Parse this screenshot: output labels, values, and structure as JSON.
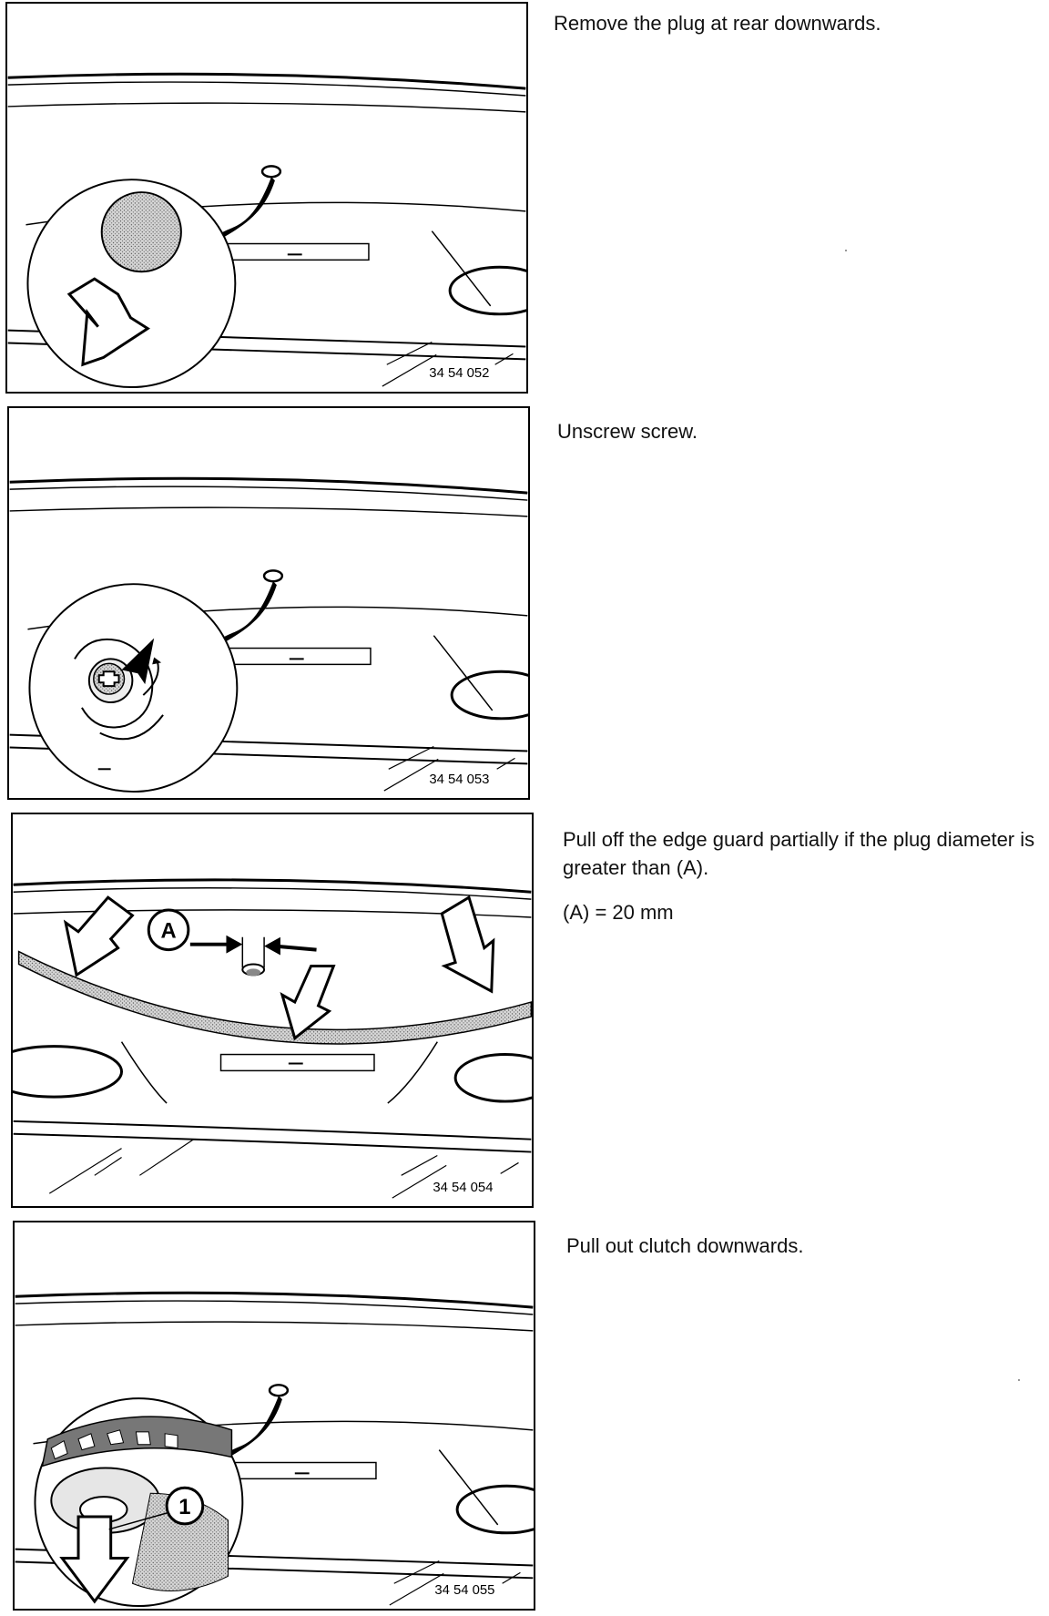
{
  "steps": [
    {
      "figure_number": "34 54 052",
      "instructions": [
        "Remove the plug at rear downwards."
      ]
    },
    {
      "figure_number": "34 54 053",
      "instructions": [
        "Unscrew screw."
      ]
    },
    {
      "figure_number": "34 54 054",
      "instructions": [
        "Pull off the edge guard partially if the plug diameter is greater than (A).",
        "(A) = 20 mm"
      ],
      "callout_label": "A"
    },
    {
      "figure_number": "34 54 055",
      "instructions": [
        "Pull out clutch downwards."
      ],
      "callout_label": "1"
    }
  ]
}
